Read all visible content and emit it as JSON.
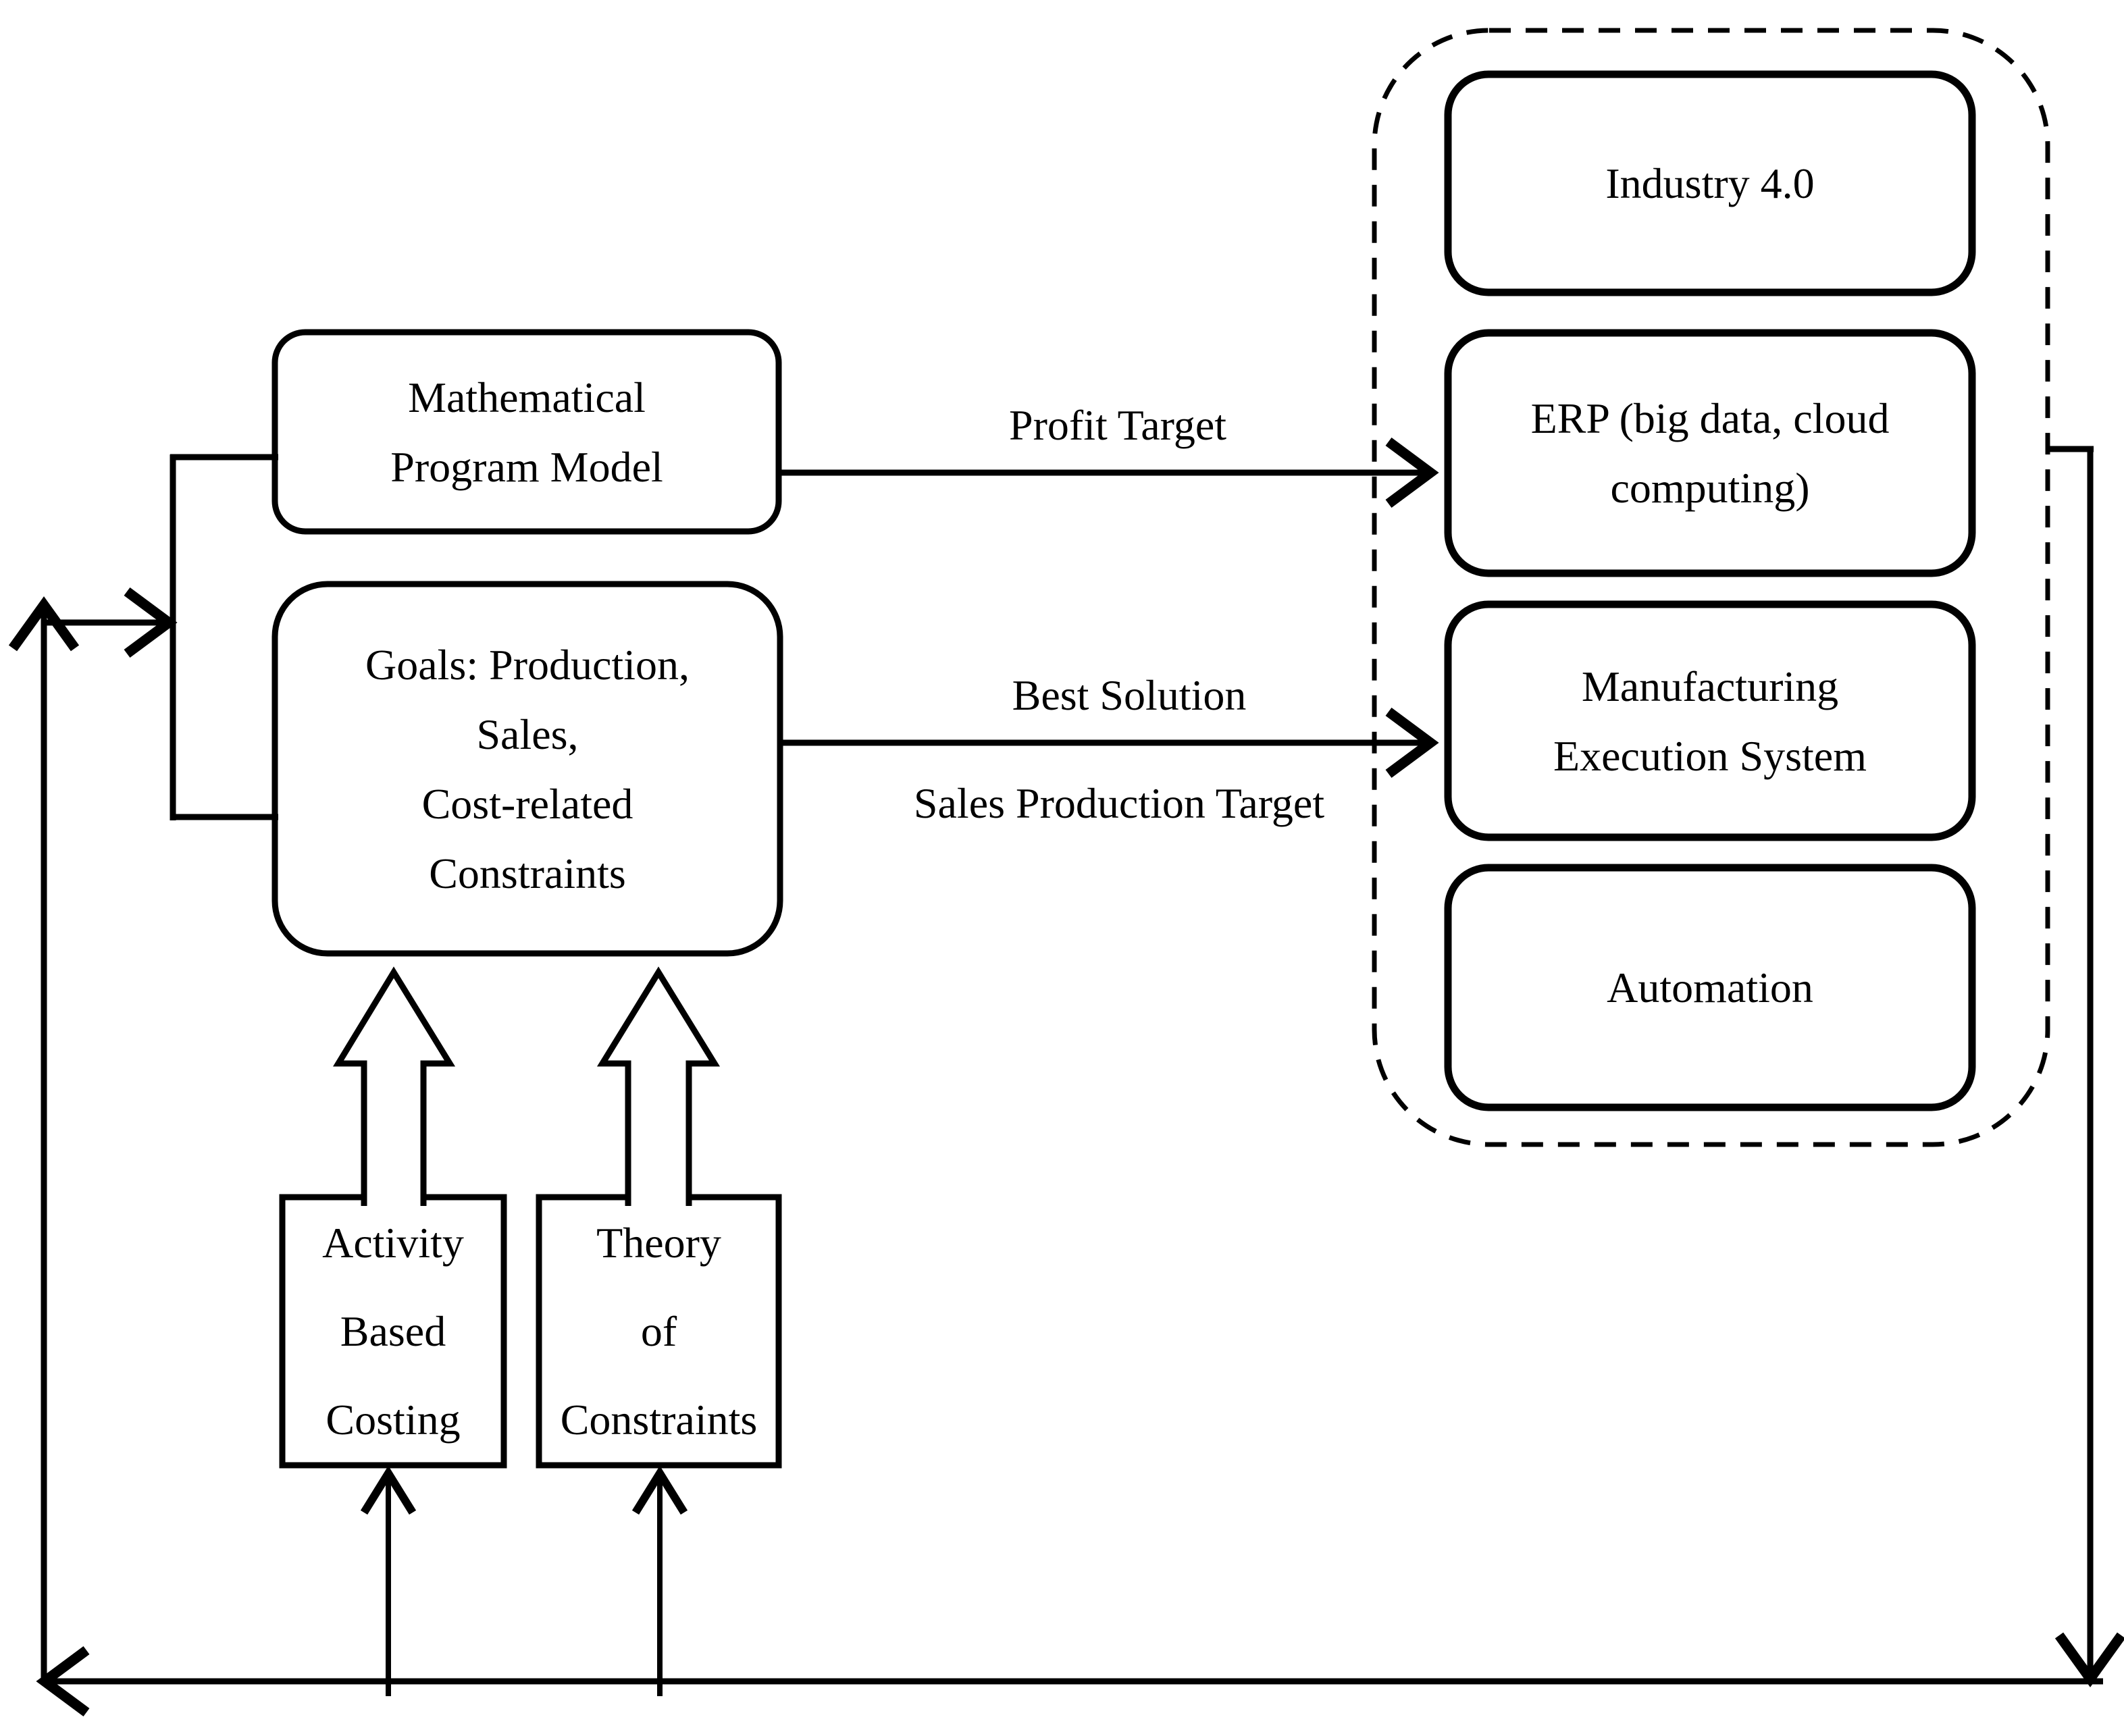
{
  "colors": {
    "ink": "#000000",
    "background": "#ffffff"
  },
  "nodes": {
    "math_model": {
      "lines": [
        "Mathematical",
        "Program Model"
      ]
    },
    "goals": {
      "lines": [
        "Goals: Production,",
        "Sales,",
        "Cost-related",
        "Constraints"
      ]
    },
    "industry": {
      "lines": [
        "Industry 4.0"
      ]
    },
    "erp": {
      "lines": [
        "ERP (big data, cloud",
        "computing)"
      ]
    },
    "mes": {
      "lines": [
        "Manufacturing",
        "Execution System"
      ]
    },
    "automation": {
      "lines": [
        "Automation"
      ]
    },
    "abc": {
      "lines": [
        "Activity",
        "Based",
        "Costing"
      ]
    },
    "toc": {
      "lines": [
        "Theory",
        "of",
        "Constraints"
      ]
    }
  },
  "edge_labels": {
    "profit_target": "Profit Target",
    "best_solution": "Best Solution",
    "sales_production_target": "Sales Production Target"
  }
}
